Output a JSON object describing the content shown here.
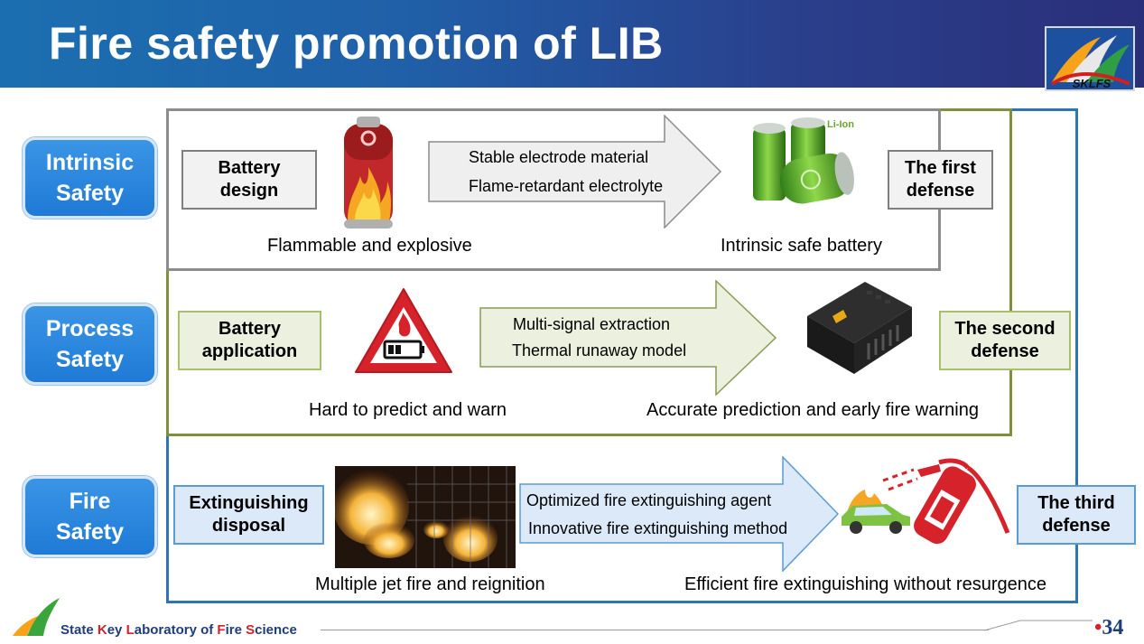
{
  "title": "Fire safety promotion of LIB",
  "rows": [
    {
      "side_label": "Intrinsic\nSafety",
      "tag": "Battery\ndesign",
      "arrow_lines": [
        "Stable electrode material",
        "Flame-retardant electrolyte"
      ],
      "left_caption": "Flammable and explosive",
      "right_caption": "Intrinsic safe battery",
      "defense": "The first\ndefense",
      "image_label": "Li-Ion"
    },
    {
      "side_label": "Process\nSafety",
      "tag": "Battery\napplication",
      "arrow_lines": [
        "Multi-signal extraction",
        "Thermal runaway model"
      ],
      "left_caption": "Hard to predict and warn",
      "right_caption": "Accurate prediction and early fire warning",
      "defense": "The second\ndefense"
    },
    {
      "side_label": "Fire\nSafety",
      "tag": "Extinguishing\ndisposal",
      "arrow_lines": [
        "Optimized fire extinguishing agent",
        "Innovative  fire extinguishing method"
      ],
      "left_caption": "Multiple jet fire and reignition",
      "right_caption": "Efficient fire extinguishing without resurgence",
      "defense": "The third\ndefense"
    }
  ],
  "footer": {
    "lab": [
      "State ",
      "K",
      "ey ",
      "L",
      "aboratory of ",
      "F",
      "ire ",
      "S",
      "cience"
    ],
    "page": "34",
    "logo_text": "SKLFS"
  },
  "colors": {
    "header_start": "#1b6fb0",
    "header_end": "#2a2f7a",
    "side_label_fill": "#1f7ad6",
    "row1_frame": "#8c8c8c",
    "row2_frame": "#7f8f3a",
    "row3_frame": "#2e75b6"
  }
}
